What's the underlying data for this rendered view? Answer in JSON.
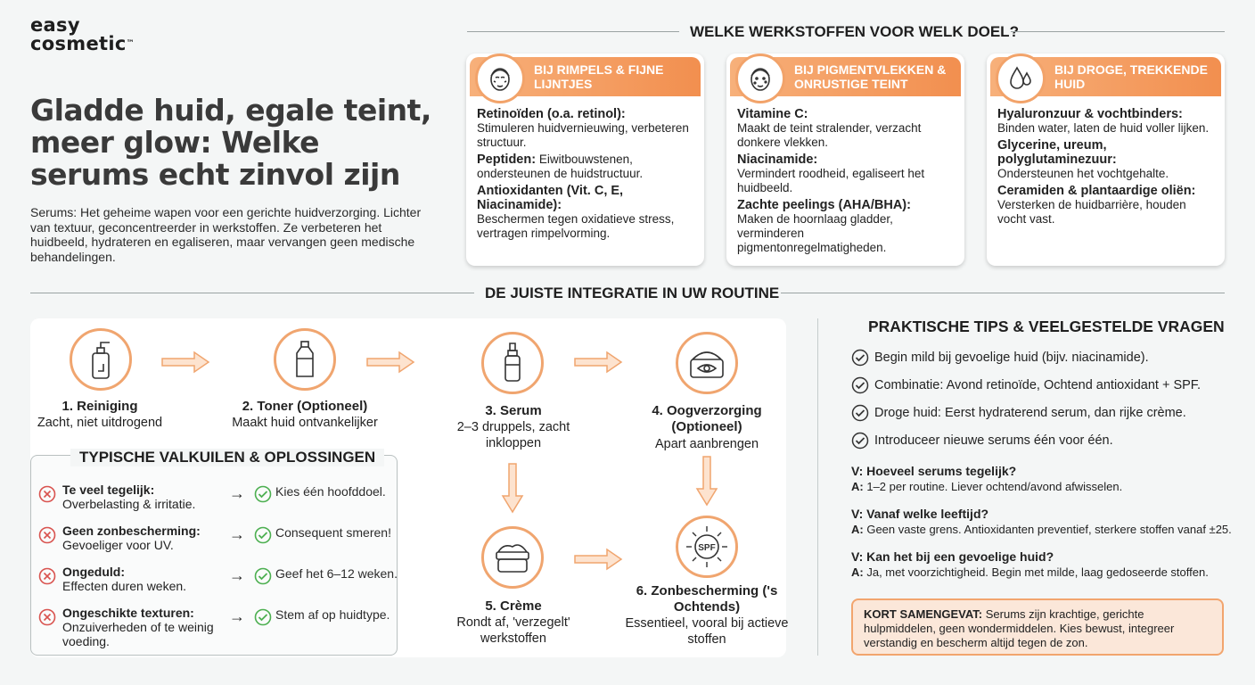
{
  "brand": {
    "line1": "easy",
    "line2": "cosmetic",
    "tm": "™"
  },
  "title": "Gladde huid, egale teint, meer glow: Welke serums echt zinvol zijn",
  "intro": "Serums: Het geheime wapen voor een gerichte huidverzorging. Lichter van textuur, geconcentreerder in werkstoffen. Ze verbeteren het huidbeeld, hydrateren en egaliseren, maar vervangen geen medische behandelingen.",
  "werkstoffen": {
    "heading": "WELKE WERKSTOFFEN VOOR WELK DOEL?",
    "cards": [
      {
        "head": "BIJ RIMPELS & FIJNE LIJNTJES",
        "icon": "face-wrinkles-icon",
        "items": [
          {
            "name": "Retinoïden (o.a. retinol):",
            "desc": "Stimuleren huidvernieuwing, verbeteren structuur."
          },
          {
            "name": "Peptiden:",
            "desc": "Eiwitbouwstenen, ondersteunen de huidstructuur."
          },
          {
            "name": "Antioxidanten (Vit. C, E, Niacinamide):",
            "desc": "Beschermen tegen oxidatieve stress, vertragen rimpelvorming."
          }
        ]
      },
      {
        "head": "BIJ PIGMENTVLEKKEN & ONRUSTIGE TEINT",
        "icon": "face-spots-icon",
        "items": [
          {
            "name": "Vitamine C:",
            "desc": "Maakt de teint stralender, verzacht donkere vlekken."
          },
          {
            "name": "Niacinamide:",
            "desc": "Vermindert roodheid, egaliseert het huidbeeld."
          },
          {
            "name": "Zachte peelings (AHA/BHA):",
            "desc": "Maken de hoornlaag gladder, verminderen pigmentonregelmatigheden."
          }
        ]
      },
      {
        "head": "BIJ DROGE, TREKKENDE HUID",
        "icon": "water-drops-icon",
        "items": [
          {
            "name": "Hyaluronzuur & vochtbinders:",
            "desc": "Binden water, laten de huid voller lijken."
          },
          {
            "name": "Glycerine, ureum, polyglutaminezuur:",
            "desc": "Ondersteunen het vochtgehalte."
          },
          {
            "name": "Ceramiden & plantaardige oliën:",
            "desc": "Versterken de huidbarrière, houden vocht vast."
          }
        ]
      }
    ]
  },
  "routine": {
    "heading": "DE JUISTE INTEGRATIE IN UW ROUTINE",
    "steps": [
      {
        "title": "1. Reiniging",
        "desc": "Zacht, niet uitdrogend",
        "icon": "pump-bottle-icon"
      },
      {
        "title": "2. Toner (Optioneel)",
        "desc": "Maakt huid ontvankelijker",
        "icon": "toner-bottle-icon"
      },
      {
        "title": "3. Serum",
        "desc": "2–3 druppels, zacht inkloppen",
        "icon": "dropper-bottle-icon"
      },
      {
        "title": "4. Oogverzorging (Optioneel)",
        "desc": "Apart aanbrengen",
        "icon": "eye-cream-jar-icon"
      },
      {
        "title": "5. Crème",
        "desc": "Rondt af, 'verzegelt' werkstoffen",
        "icon": "cream-jar-icon"
      },
      {
        "title": "6. Zonbescherming ('s Ochtends)",
        "desc": "Essentieel, vooral bij actieve stoffen",
        "icon": "spf-sun-icon",
        "badge": "SPF"
      }
    ]
  },
  "pitfalls": {
    "heading": "TYPISCHE VALKUILEN & OPLOSSINGEN",
    "arrow": "→",
    "rows": [
      {
        "problem": "Te veel tegelijk:",
        "detail": "Overbelasting & irritatie.",
        "solution": "Kies één hoofddoel."
      },
      {
        "problem": "Geen zonbescherming:",
        "detail": "Gevoeliger voor UV.",
        "solution": "Consequent smeren!"
      },
      {
        "problem": "Ongeduld:",
        "detail": "Effecten duren weken.",
        "solution": "Geef het 6–12 weken."
      },
      {
        "problem": "Ongeschikte texturen:",
        "detail": "Onzuiverheden of te weinig voeding.",
        "solution": "Stem af op huidtype."
      }
    ]
  },
  "tips": {
    "heading": "PRAKTISCHE TIPS & VEELGESTELDE VRAGEN",
    "items": [
      "Begin mild bij gevoelige huid (bijv. niacinamide).",
      "Combinatie: Avond retinoïde, Ochtend antioxidant + SPF.",
      "Droge huid: Eerst hydraterend serum, dan rijke crème.",
      "Introduceer nieuwe serums één voor één."
    ],
    "faq": [
      {
        "q": "V: Hoeveel serums tegelijk?",
        "a_label": "A:",
        "a": "1–2 per routine. Liever ochtend/avond afwisselen."
      },
      {
        "q": "V: Vanaf welke leeftijd?",
        "a_label": "A:",
        "a": "Geen vaste grens. Antioxidanten preventief, sterkere stoffen vanaf ±25."
      },
      {
        "q": "V: Kan het bij een gevoelige huid?",
        "a_label": "A:",
        "a": "Ja, met voorzichtigheid. Begin met milde, laag gedoseerde stoffen."
      }
    ],
    "summary_label": "KORT SAMENGEVAT:",
    "summary": "Serums zijn krachtige, gerichte hulpmiddelen, geen wondermiddelen. Kies bewust, integreer verstandig en bescherm altijd tegen de zon."
  },
  "colors": {
    "accent": "#f28f4f",
    "accent_light": "#f7b07a",
    "bad": "#d9534f",
    "good": "#4caf50"
  }
}
